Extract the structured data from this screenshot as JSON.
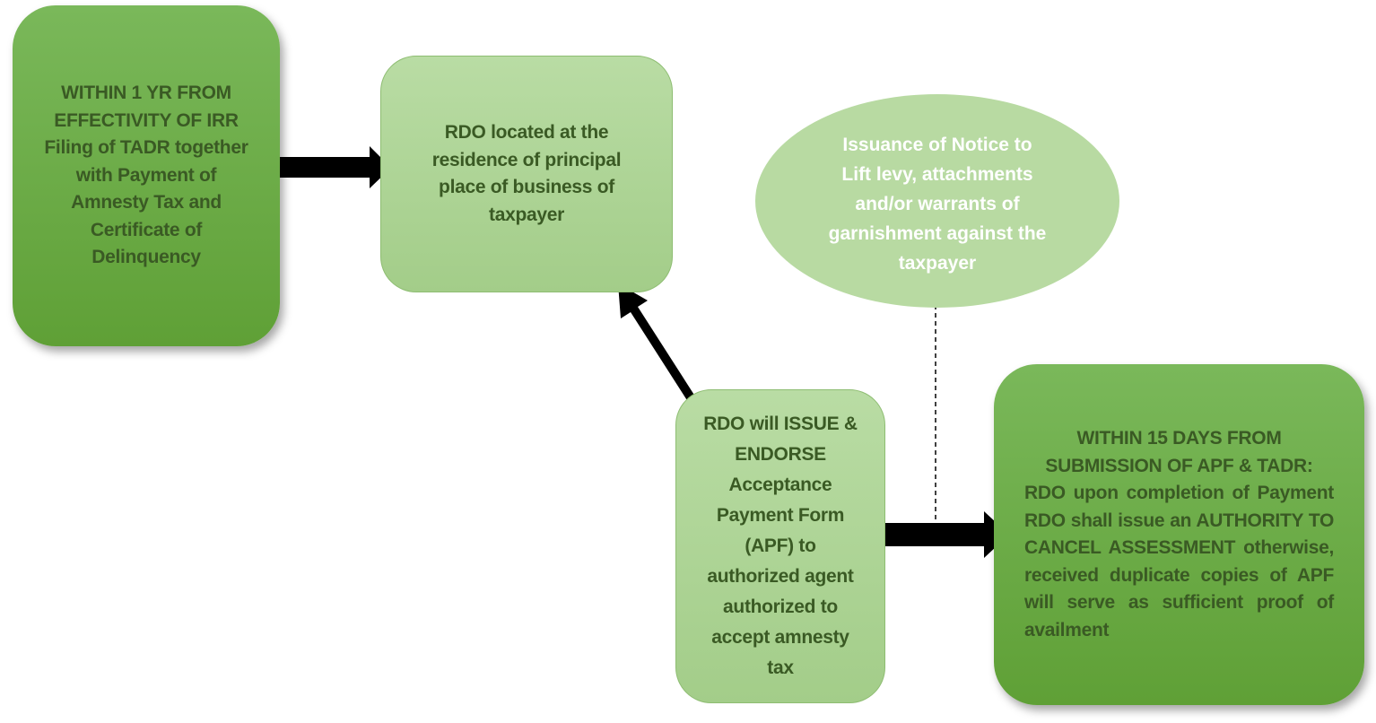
{
  "steps": {
    "step1": {
      "lines": [
        "WITHIN 1 YR FROM",
        "EFFECTIVITY OF IRR",
        "Filing of TADR together",
        "with Payment of",
        "Amnesty Tax and",
        "Certificate of",
        "Delinquency"
      ]
    },
    "step2": {
      "lines": [
        "RDO located at the",
        "residence of principal",
        "place of business of",
        "taxpayer"
      ]
    },
    "step3": {
      "lines": [
        "RDO will ISSUE &",
        "ENDORSE",
        "Acceptance",
        "Payment Form",
        "(APF) to",
        "authorized agent",
        "authorized to",
        "accept amnesty",
        "tax"
      ]
    },
    "step4": {
      "lines": [
        "WITHIN 15 DAYS FROM",
        "SUBMISSION OF APF & TADR:",
        "RDO upon completion of Payment",
        "RDO shall issue an AUTHORITY TO",
        "CANCEL ASSESSMENT otherwise,",
        "received duplicate copies of APF",
        "will serve as sufficient proof of",
        "availment"
      ]
    }
  },
  "notice": {
    "lines": [
      "Issuance of Notice to",
      "Lift levy, attachments",
      "and/or warrants of",
      "garnishment against the",
      "taxpayer"
    ]
  },
  "colors": {
    "dark_box": "#6aac44",
    "light_box": "#aed497",
    "text": "#3a5a24",
    "arrow": "#000000",
    "notice_text": "#ffffff"
  }
}
